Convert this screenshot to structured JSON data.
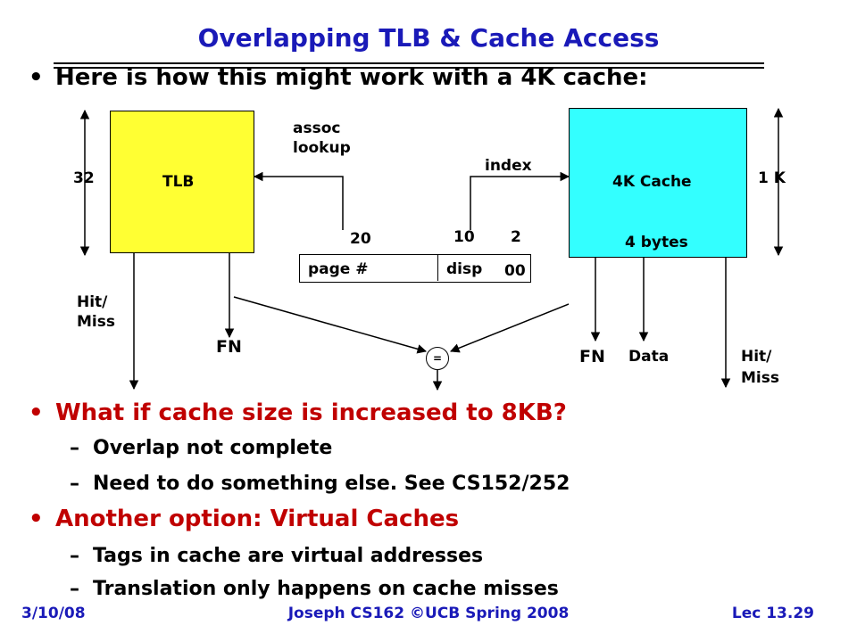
{
  "slide": {
    "title": "Overlapping TLB & Cache Access",
    "bullets": {
      "b1": "Here is how this might work with a 4K cache:",
      "b2": "What if cache size is increased to 8KB?",
      "b2_sub1": "Overlap not complete",
      "b2_sub2": "Need to do something else.  See CS152/252",
      "b3": "Another option: Virtual Caches",
      "b3_sub1": "Tags in cache are virtual addresses",
      "b3_sub2": "Translation only happens on cache misses"
    },
    "bullet_glyph": "•",
    "dash_glyph": "–"
  },
  "diagram": {
    "tlb": {
      "label": "TLB",
      "height_label": "32",
      "color": "#ffff33"
    },
    "cache": {
      "label": "4K Cache",
      "height_label": "1 K",
      "width_label": "4 bytes",
      "color": "#33ffff"
    },
    "assoc_lookup": [
      "assoc",
      "lookup"
    ],
    "index": "index",
    "address": {
      "page_label": "page #",
      "disp_label": "disp",
      "offset_value": "00",
      "page_bits": "20",
      "index_bits": "10",
      "offset_bits": "2"
    },
    "tlb_outputs": {
      "hit_miss": [
        "Hit/",
        "Miss"
      ],
      "fn": "FN"
    },
    "cache_outputs": {
      "fn": "FN",
      "data": "Data",
      "hit_miss": [
        "Hit/",
        "Miss"
      ]
    },
    "comparator": "="
  },
  "footer": {
    "date": "3/10/08",
    "course": "Joseph CS162 ©UCB Spring 2008",
    "lecture": "Lec 13.29"
  }
}
